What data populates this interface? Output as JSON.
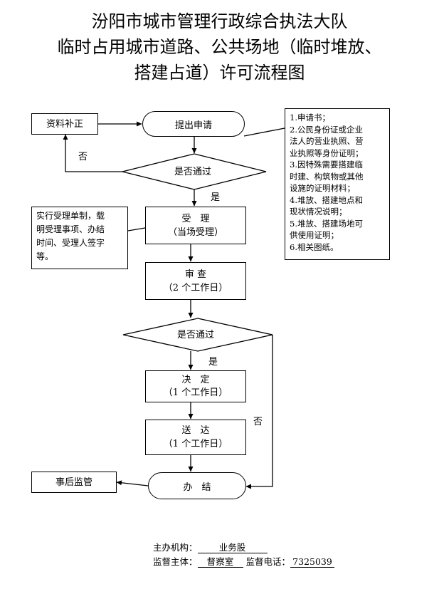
{
  "title": {
    "line1": "汾阳市城市管理行政综合执法大队",
    "line2": "临时占用城市道路、公共场地（临时堆放、",
    "line3": "搭建占道）许可流程图"
  },
  "flow": {
    "submit": "提出申请",
    "supplement": "资料补正",
    "check1": "是否通过",
    "yes1": "是",
    "no1": "否",
    "accept_line1": "受　理",
    "accept_line2": "（当场受理）",
    "review_line1": "审 查",
    "review_line2": "（2 个工作日）",
    "check2": "是否通过",
    "yes2": "是",
    "no2": "否",
    "decide_line1": "决　定",
    "decide_line2": "（1 个工作日）",
    "deliver_line1": "送　达",
    "deliver_line2": "（1 个工作日）",
    "finish": "办　结",
    "supervise": "事后监管"
  },
  "notes": {
    "acceptance_note": [
      "实行受理单制，载",
      "明受理事项、办结",
      "时间、受理人签字",
      "等。"
    ],
    "materials_note": [
      "1.申请书；",
      "2.公民身份证或企业",
      "法人的营业执照、营",
      "业执照等身份证明；",
      "3.因特殊需要搭建临",
      "时建、构筑物或其他",
      "设施的证明材料；",
      "4.堆放、搭建地点和",
      "现状情况说明；",
      "5.堆放、搭建场地可",
      "供使用证明；",
      "6.相关图纸。"
    ]
  },
  "footer": {
    "org_label": "主办机构：",
    "org_value": "业务股",
    "subject_label": "监督主体：",
    "subject_value": "督察室",
    "phone_label": "监督电话：",
    "phone_value": "7325039"
  }
}
